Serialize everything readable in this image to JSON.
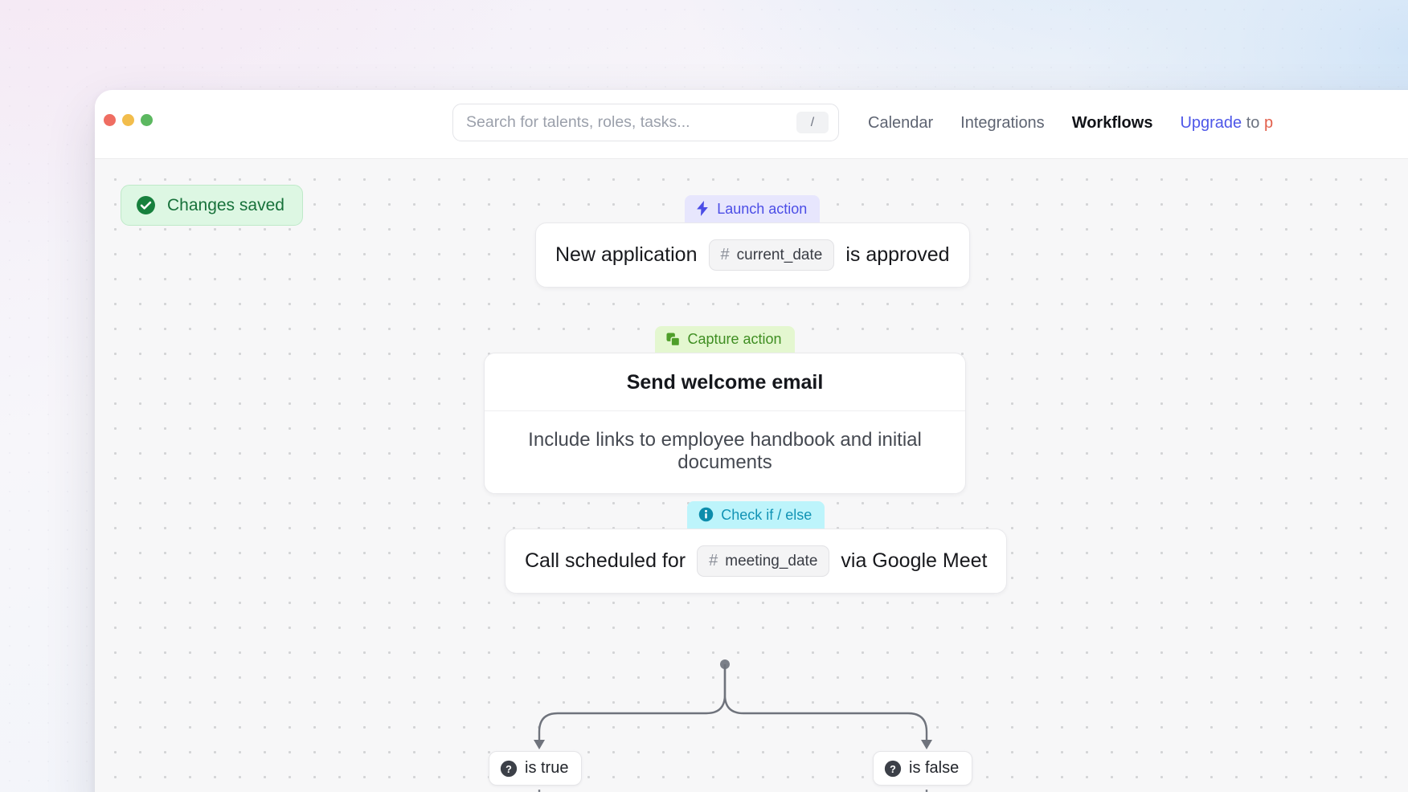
{
  "window": {
    "traffic_lights": [
      {
        "name": "close",
        "color": "#ef6d62"
      },
      {
        "name": "minimize",
        "color": "#f2bd4c"
      },
      {
        "name": "zoom",
        "color": "#5cb860"
      }
    ]
  },
  "search": {
    "placeholder": "Search for talents, roles, tasks...",
    "value": "",
    "shortcut_key": "/"
  },
  "nav": {
    "items": [
      {
        "label": "Calendar",
        "active": false
      },
      {
        "label": "Integrations",
        "active": false
      },
      {
        "label": "Workflows",
        "active": true
      }
    ],
    "upgrade": {
      "part1": "Upgrade",
      "part2": " to ",
      "part3": "p",
      "color1": "#4e57e8",
      "color2": "#6b7280",
      "color3": "#e2604c"
    }
  },
  "toast": {
    "message": "Changes saved",
    "icon": "check-circle-icon",
    "bg_color": "#ddf7e3",
    "text_color": "#17713a"
  },
  "flow": {
    "nodes": [
      {
        "id": "trigger",
        "badge_label": "Launch action",
        "badge_icon": "lightning-bolt-icon",
        "badge_bg": "#e7e6fd",
        "badge_color": "#4b4de6",
        "type": "inline",
        "text_before": "New application",
        "token": "current_date",
        "token_prefix": "#",
        "text_after": "is approved"
      },
      {
        "id": "action",
        "badge_label": "Capture action",
        "badge_icon": "copy-layers-icon",
        "badge_bg": "#e4f7d0",
        "badge_color": "#3f8e22",
        "type": "block",
        "title": "Send welcome email",
        "description": "Include links to employee handbook and initial documents"
      },
      {
        "id": "condition",
        "badge_label": "Check if / else",
        "badge_icon": "info-circle-icon",
        "badge_bg": "#bdf4fb",
        "badge_color": "#1193b5",
        "type": "inline",
        "text_before": "Call scheduled for",
        "token": "meeting_date",
        "token_prefix": "#",
        "text_after": "via Google Meet"
      }
    ],
    "branches": [
      {
        "label": "is true",
        "icon": "question-circle-icon"
      },
      {
        "label": "is false",
        "icon": "question-circle-icon"
      }
    ]
  }
}
